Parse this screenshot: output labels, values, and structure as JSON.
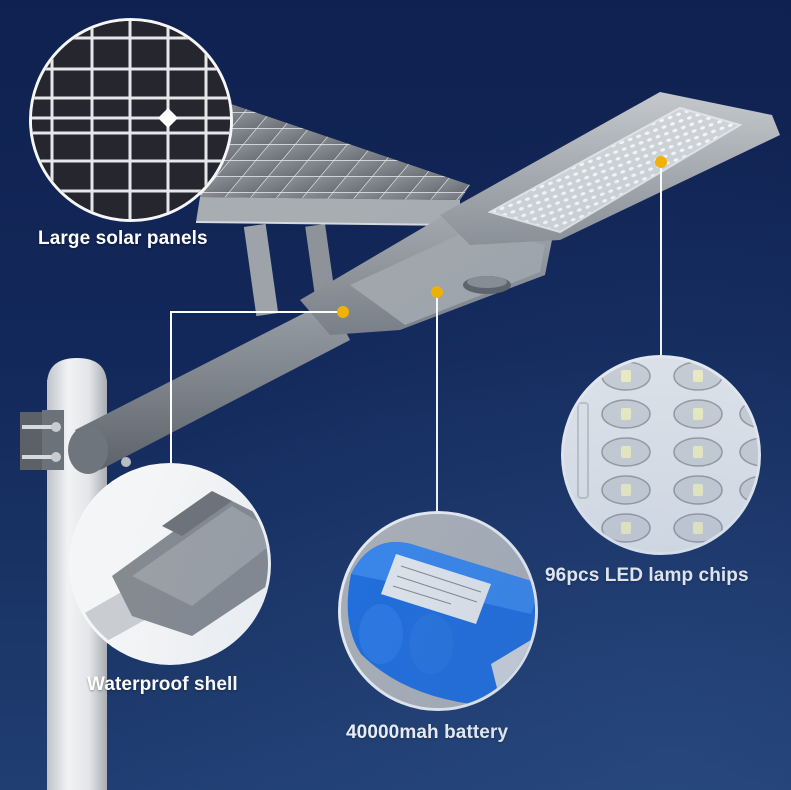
{
  "product": "Solar street light",
  "colors": {
    "background_top": "#0f2150",
    "background_bottom": "#203e72",
    "callout_dot": "#f5b400",
    "leader_line": "#ffffff",
    "label_text": "#ffffff"
  },
  "callouts": [
    {
      "id": "solar",
      "label": "Large solar panels",
      "detail": "solar-cell-grid"
    },
    {
      "id": "shell",
      "label": "Waterproof shell",
      "detail": "housing-closeup"
    },
    {
      "id": "battery",
      "label": "40000mah battery",
      "detail": "blue-battery-pack"
    },
    {
      "id": "led",
      "label": "96pcs LED lamp chips",
      "detail": "led-lens-array"
    }
  ]
}
